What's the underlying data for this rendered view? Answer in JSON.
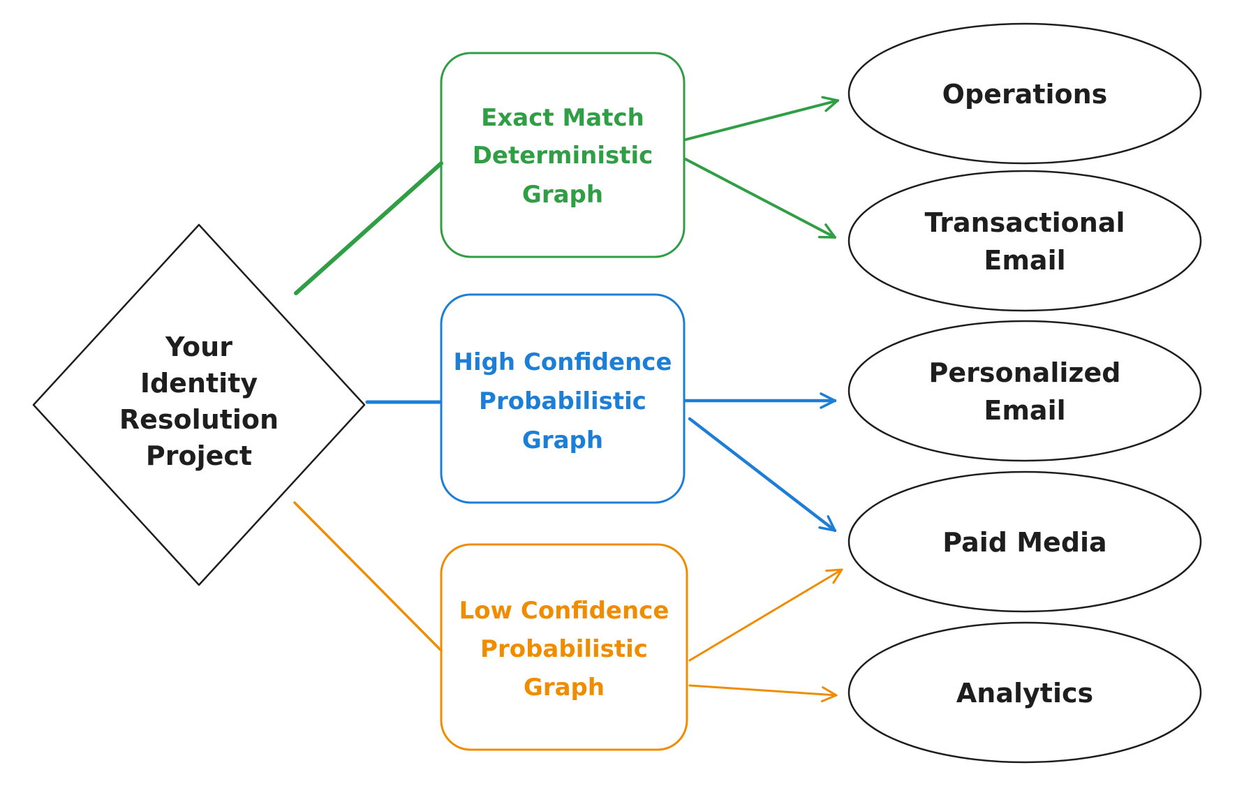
{
  "diagram": {
    "source": {
      "lines": [
        "Your",
        "Identity",
        "Resolution",
        "Project"
      ]
    },
    "graphs": [
      {
        "id": "exact-match-deterministic-graph",
        "lines": [
          "Exact Match",
          "Deterministic",
          "Graph"
        ],
        "color": "#2f9e44"
      },
      {
        "id": "high-confidence-probabilistic-graph",
        "lines": [
          "High Confidence",
          "Probabilistic",
          "Graph"
        ],
        "color": "#1c7ed6"
      },
      {
        "id": "low-confidence-probabilistic-graph",
        "lines": [
          "Low Confidence",
          "Probabilistic",
          "Graph"
        ],
        "color": "#f08c00"
      }
    ],
    "destinations": [
      {
        "id": "operations",
        "lines": [
          "Operations"
        ]
      },
      {
        "id": "transactional-email",
        "lines": [
          "Transactional",
          "Email"
        ]
      },
      {
        "id": "personalized-email",
        "lines": [
          "Personalized",
          "Email"
        ]
      },
      {
        "id": "paid-media",
        "lines": [
          "Paid Media"
        ]
      },
      {
        "id": "analytics",
        "lines": [
          "Analytics"
        ]
      }
    ],
    "edges": [
      {
        "from": "source",
        "to": "exact-match-deterministic-graph",
        "color": "#2f9e44",
        "arrowhead": false
      },
      {
        "from": "source",
        "to": "high-confidence-probabilistic-graph",
        "color": "#1c7ed6",
        "arrowhead": false
      },
      {
        "from": "source",
        "to": "low-confidence-probabilistic-graph",
        "color": "#f08c00",
        "arrowhead": false
      },
      {
        "from": "exact-match-deterministic-graph",
        "to": "operations",
        "color": "#2f9e44",
        "arrowhead": true
      },
      {
        "from": "exact-match-deterministic-graph",
        "to": "transactional-email",
        "color": "#2f9e44",
        "arrowhead": true
      },
      {
        "from": "high-confidence-probabilistic-graph",
        "to": "personalized-email",
        "color": "#1c7ed6",
        "arrowhead": true
      },
      {
        "from": "high-confidence-probabilistic-graph",
        "to": "paid-media",
        "color": "#1c7ed6",
        "arrowhead": true
      },
      {
        "from": "low-confidence-probabilistic-graph",
        "to": "paid-media",
        "color": "#f08c00",
        "arrowhead": true
      },
      {
        "from": "low-confidence-probabilistic-graph",
        "to": "analytics",
        "color": "#f08c00",
        "arrowhead": true
      }
    ],
    "colors": {
      "green": "#2f9e44",
      "blue": "#1c7ed6",
      "orange": "#f08c00",
      "ink": "#1e1e1e",
      "background": "#ffffff"
    }
  }
}
